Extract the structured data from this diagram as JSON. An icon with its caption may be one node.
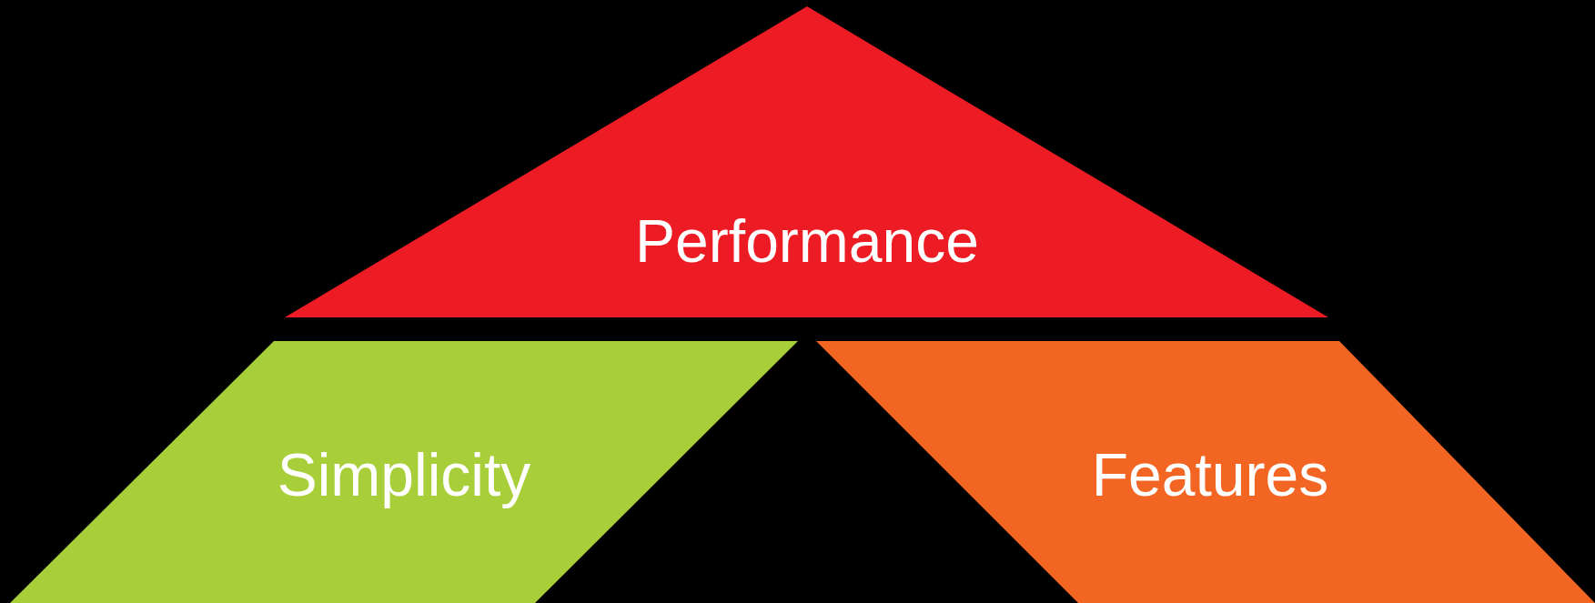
{
  "diagram": {
    "nodes": [
      {
        "text": [
          "Performance"
        ]
      },
      {
        "text": [
          "Simplicity"
        ]
      },
      {
        "text": [
          "Features"
        ]
      }
    ]
  }
}
